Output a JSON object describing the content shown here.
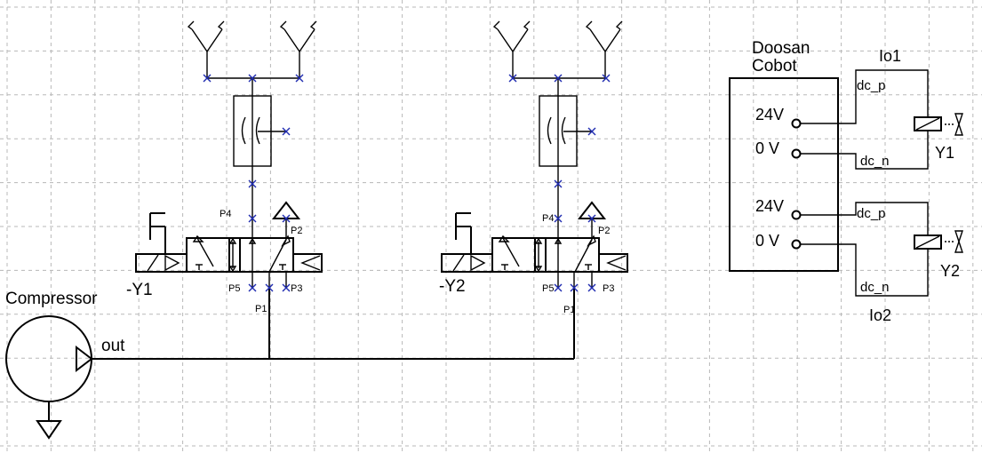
{
  "colors": {
    "background": "#ffffff",
    "grid": "#b8b8b8",
    "line": "#000000",
    "port_marker": "#1f2bb0"
  },
  "compressor": {
    "label": "Compressor",
    "port_label": "out"
  },
  "valves": [
    {
      "label": "-Y1",
      "ports": {
        "p1": "P1",
        "p2": "P2",
        "p3": "P3",
        "p4": "P4",
        "p5": "P5"
      }
    },
    {
      "label": "-Y2",
      "ports": {
        "p1": "P1",
        "p2": "P2",
        "p3": "P3",
        "p4": "P4",
        "p5": "P5"
      }
    }
  ],
  "cobot": {
    "title_line1": "Doosan",
    "title_line2": "Cobot",
    "terminals": [
      "24V",
      "0 V",
      "24V",
      "0 V"
    ]
  },
  "io_modules": [
    {
      "label": "Io1",
      "pin_p": "dc_p",
      "pin_n": "dc_n",
      "coil": "Y1"
    },
    {
      "label": "Io2",
      "pin_p": "dc_p",
      "pin_n": "dc_n",
      "coil": "Y2"
    }
  ]
}
